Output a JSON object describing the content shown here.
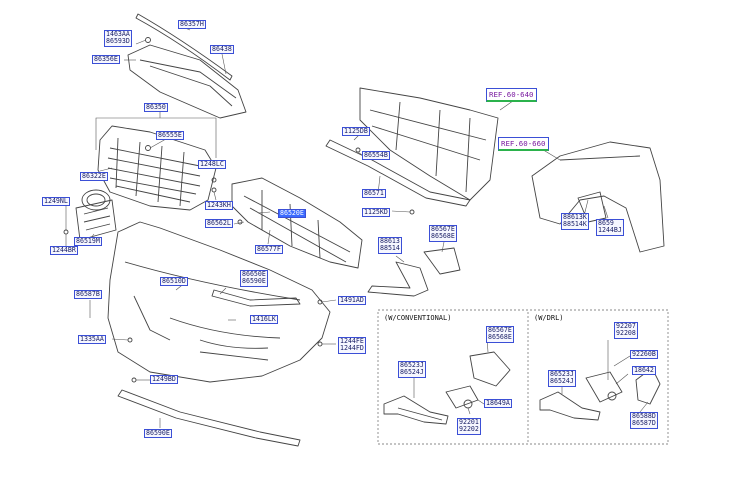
{
  "diagram": {
    "colors": {
      "label_border": "#3b4fd6",
      "label_text": "#1a1f66",
      "ref_text": "#7a1aa0",
      "ref_underline": "#2bb24c",
      "highlight": "#3b6bff",
      "line": "#444444"
    },
    "refs": [
      "REF.60-640",
      "REF.60-660"
    ],
    "inset_titles": [
      "(W/CONVENTIONAL)",
      "(W/DRL)"
    ],
    "parts": [
      {
        "id": "86357h",
        "lines": [
          "86357H"
        ]
      },
      {
        "id": "1463aa",
        "lines": [
          "1463AA",
          "86593D"
        ]
      },
      {
        "id": "86438",
        "lines": [
          "86438"
        ]
      },
      {
        "id": "86356e",
        "lines": [
          "86356E"
        ]
      },
      {
        "id": "86350",
        "lines": [
          "86350"
        ]
      },
      {
        "id": "86555e",
        "lines": [
          "86555E"
        ]
      },
      {
        "id": "1248lc",
        "lines": [
          "1248LC"
        ]
      },
      {
        "id": "86322e",
        "lines": [
          "86322E"
        ]
      },
      {
        "id": "1249nl",
        "lines": [
          "1249NL"
        ]
      },
      {
        "id": "86519m",
        "lines": [
          "86519M"
        ]
      },
      {
        "id": "1244br",
        "lines": [
          "1244BR"
        ]
      },
      {
        "id": "1243kh",
        "lines": [
          "1243KH"
        ]
      },
      {
        "id": "86520e",
        "lines": [
          "86520E"
        ],
        "highlighted": true
      },
      {
        "id": "86562l",
        "lines": [
          "86562L"
        ]
      },
      {
        "id": "86577f",
        "lines": [
          "86577F"
        ]
      },
      {
        "id": "1125db",
        "lines": [
          "1125DB"
        ]
      },
      {
        "id": "86554b",
        "lines": [
          "86554B"
        ]
      },
      {
        "id": "86571",
        "lines": [
          "86571"
        ]
      },
      {
        "id": "1125kd",
        "lines": [
          "1125KD"
        ]
      },
      {
        "id": "88613",
        "lines": [
          "88613",
          "88514"
        ]
      },
      {
        "id": "86567e",
        "lines": [
          "86567E",
          "86568E"
        ]
      },
      {
        "id": "88613k",
        "lines": [
          "88613K",
          "88514K"
        ]
      },
      {
        "id": "8659",
        "lines": [
          "8659",
          "1244BJ"
        ]
      },
      {
        "id": "86510d",
        "lines": [
          "86510D"
        ]
      },
      {
        "id": "86650e",
        "lines": [
          "86650E",
          "86590E"
        ]
      },
      {
        "id": "86587b",
        "lines": [
          "86587B"
        ]
      },
      {
        "id": "1491ad",
        "lines": [
          "1491AD"
        ]
      },
      {
        "id": "1416lk",
        "lines": [
          "1416LK"
        ]
      },
      {
        "id": "1335aa",
        "lines": [
          "1335AA"
        ]
      },
      {
        "id": "1244fe",
        "lines": [
          "1244FE",
          "1244FD"
        ]
      },
      {
        "id": "1249bd",
        "lines": [
          "1249BD"
        ]
      },
      {
        "id": "86590e",
        "lines": [
          "86590E"
        ]
      },
      {
        "id": "c-86567e",
        "lines": [
          "86567E",
          "86568E"
        ]
      },
      {
        "id": "c-86523",
        "lines": [
          "86523J",
          "86524J"
        ]
      },
      {
        "id": "c-18649a",
        "lines": [
          "18649A"
        ]
      },
      {
        "id": "c-92201",
        "lines": [
          "92201",
          "92202"
        ]
      },
      {
        "id": "d-92207",
        "lines": [
          "92207",
          "92208"
        ]
      },
      {
        "id": "d-92260b",
        "lines": [
          "92260B"
        ]
      },
      {
        "id": "d-18642",
        "lines": [
          "18642"
        ]
      },
      {
        "id": "d-86523",
        "lines": [
          "86523J",
          "86524J"
        ]
      },
      {
        "id": "d-86588d",
        "lines": [
          "86588D",
          "86587D"
        ]
      }
    ]
  }
}
